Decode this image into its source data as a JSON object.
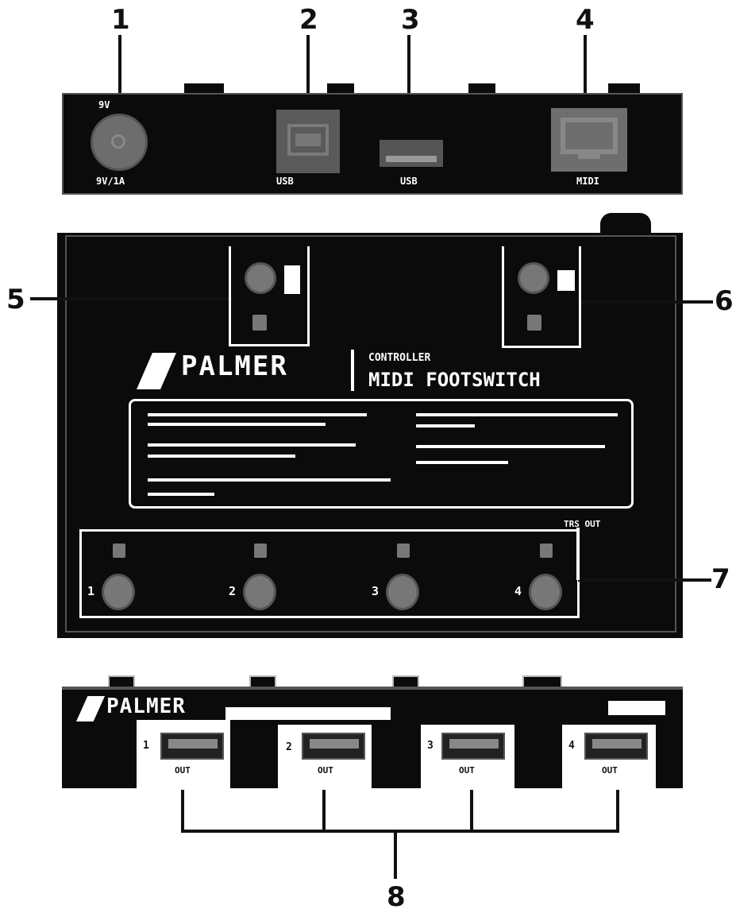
{
  "callouts": [
    "1",
    "2",
    "3",
    "4",
    "5",
    "6",
    "7",
    "8"
  ],
  "top_panel": {
    "ports": [
      {
        "name": "power",
        "top_label": "9V",
        "bottom_label": "9V/1A"
      },
      {
        "name": "usb-b",
        "bottom_label": "USB"
      },
      {
        "name": "usb-midi-host",
        "bottom_label": "USB"
      },
      {
        "name": "midi-rj45",
        "bottom_label": "MIDI"
      }
    ]
  },
  "main_panel": {
    "brand": "PALMER",
    "product_line": "CONTROLLER",
    "product_name": "MIDI FOOTSWITCH",
    "footswitches": [
      "1",
      "2",
      "3",
      "4"
    ],
    "bank_label": "TRS OUT"
  },
  "bottom_panel": {
    "brand": "PALMER",
    "outputs": [
      "1",
      "2",
      "3",
      "4"
    ],
    "output_label": "OUT"
  },
  "colors": {
    "panel": "#0b0b0b",
    "metal": "#777777",
    "frame": "#bbbbbb",
    "background": "#ffffff"
  }
}
